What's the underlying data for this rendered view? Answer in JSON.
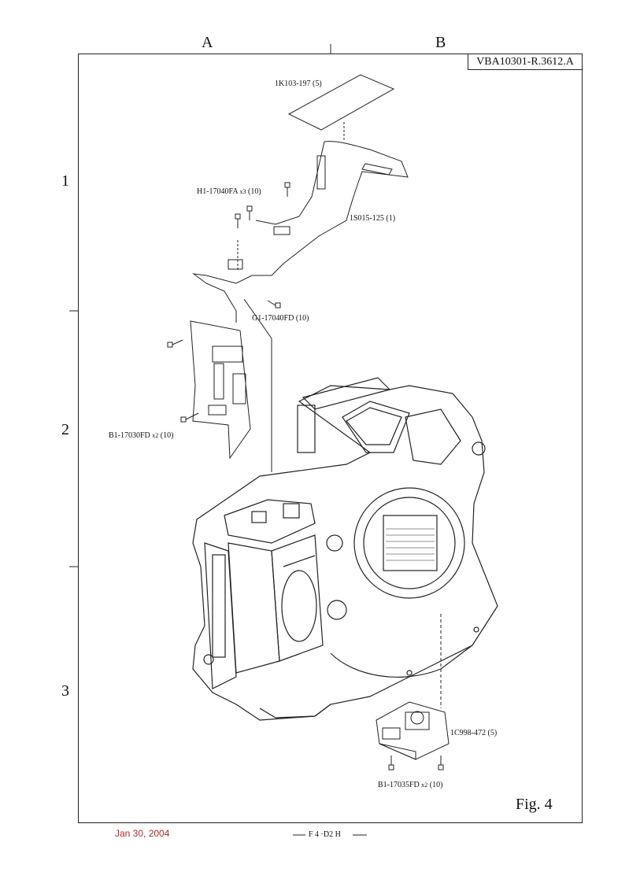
{
  "sheet": {
    "doc_id": "VBA10301-R.3612.A",
    "columns": [
      "A",
      "B"
    ],
    "rows": [
      "1",
      "2",
      "3"
    ],
    "figure": "Fig.  4",
    "date": "Jan 30,  2004",
    "page": "F 4 ·D2 H"
  },
  "callouts": [
    {
      "code": "1K103-197 (5)"
    },
    {
      "code": "H1-17040FA",
      "qty": "x3",
      "suffix": "(10)"
    },
    {
      "code": "1S015-125 (1)"
    },
    {
      "code": "G1-17040FD  (10)"
    },
    {
      "code": "B1-17030FD",
      "qty": "x2",
      "suffix": "(10)"
    },
    {
      "code": "1C998-472 (5)"
    },
    {
      "code": "B1-17035FD",
      "qty": "x2",
      "suffix": "(10)"
    }
  ]
}
